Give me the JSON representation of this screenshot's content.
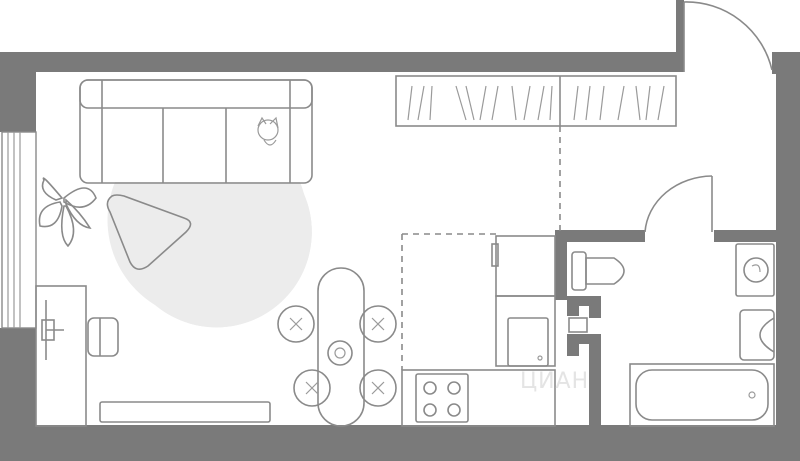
{
  "plan": {
    "type": "studio-apartment-floor-plan",
    "watermark_text": "ЦИАН",
    "colors": {
      "wall": "#7a7a7a",
      "furniture_line": "#8a8a8a",
      "rug": "#ececec",
      "background": "#ffffff"
    },
    "rooms": [
      "living-area",
      "kitchen",
      "bathroom",
      "entrance-hall"
    ],
    "icons": [
      "sofa-icon",
      "plant-icon",
      "coffee-table-icon",
      "desk-icon",
      "chair-icon",
      "dining-table-icon",
      "wardrobe-icon",
      "stove-icon",
      "sink-icon",
      "toilet-icon",
      "washing-machine-icon",
      "bathtub-icon",
      "door-icon",
      "window-icon"
    ]
  }
}
